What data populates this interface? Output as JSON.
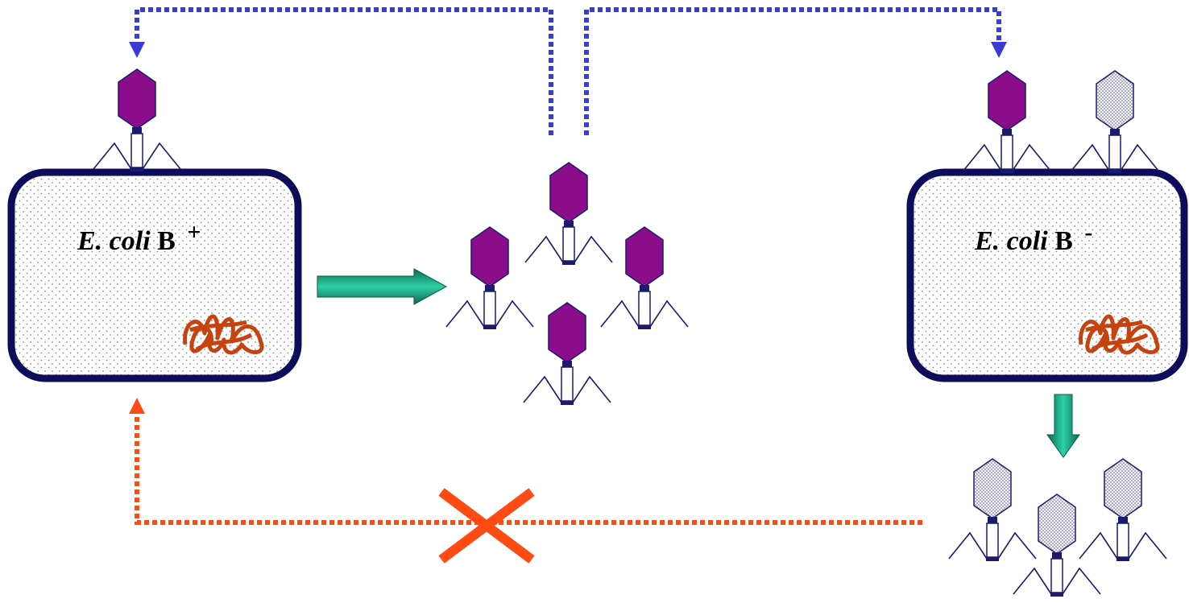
{
  "cells": {
    "left": {
      "species": "E. coli",
      "strain": "B",
      "marker": "+"
    },
    "right": {
      "species": "E. coli",
      "strain": "B",
      "marker": "-"
    }
  },
  "colors": {
    "cell_outline": "#0d0d5c",
    "cell_fill": "#ffffff",
    "cell_dots": "#8a8a8a",
    "phage_modified": "#8b0d8b",
    "phage_unmodified": "#d8dbe8",
    "phage_outline": "#1a1a6e",
    "dna_tangle": "#c84210",
    "infection_arrow": "#3a3ad6",
    "blocked_arrow": "#ff4a14",
    "block_cross": "#ff4a14",
    "release_arrow": "#1b9a78"
  },
  "icons": {
    "cell": "bacterial-cell-icon",
    "phage": "bacteriophage-icon",
    "dna": "dna-tangle-icon",
    "block": "x-mark-icon"
  }
}
